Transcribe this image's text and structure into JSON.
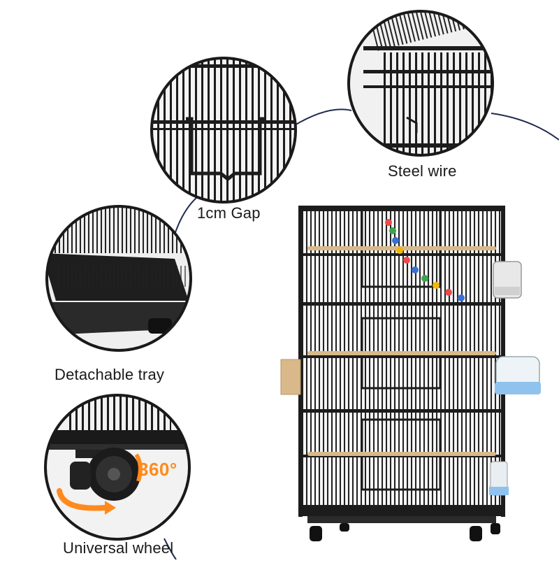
{
  "labels": {
    "steel_wire": "Steel wire",
    "gap": "1cm Gap",
    "tray": "Detachable tray",
    "wheel": "Universal wheel",
    "rotation": "360°"
  },
  "colors": {
    "metal": "#1c1c1c",
    "wood": "#d9b98a",
    "feeder_blue": "#8fc3ee",
    "accent_orange": "#ff8a1c",
    "connector": "#1f2b4d"
  }
}
